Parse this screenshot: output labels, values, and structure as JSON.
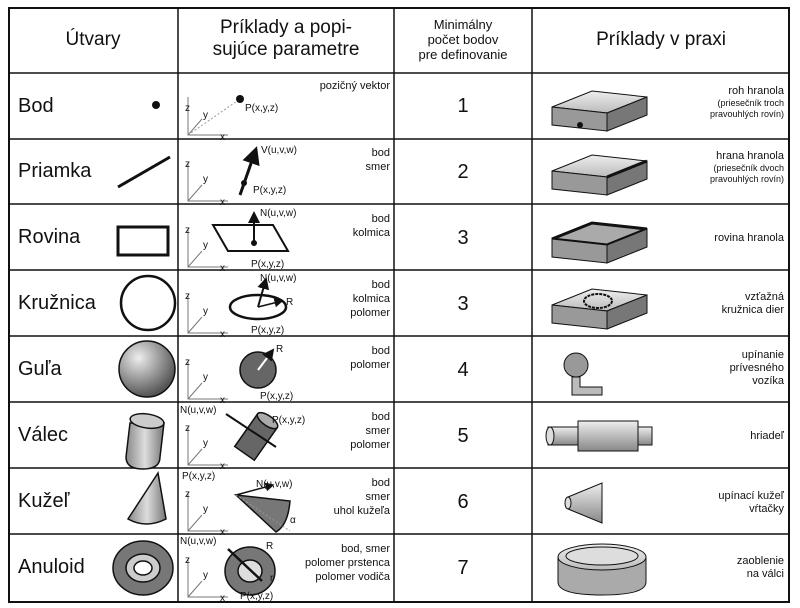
{
  "headers": {
    "shapes": "Útvary",
    "params_line1": "Príklady a popi-",
    "params_line2": "sujúce parametre",
    "min_line1": "Minimálny",
    "min_line2": "počet bodov",
    "min_line3": "pre definovanie",
    "practice": "Príklady v praxi"
  },
  "axes": {
    "x": "x",
    "y": "y",
    "z": "z"
  },
  "rows": [
    {
      "name": "Bod",
      "points": "1",
      "params": [
        "pozičný vektor"
      ],
      "labels": [
        "P(x,y,z)"
      ],
      "practice": [
        "roh hranola"
      ],
      "practice_small": [
        "(priesečník troch",
        "pravouhlých rovín)"
      ]
    },
    {
      "name": "Priamka",
      "points": "2",
      "params": [
        "bod",
        "smer"
      ],
      "labels": [
        "V(u,v,w)",
        "P(x,y,z)"
      ],
      "practice": [
        "hrana hranola"
      ],
      "practice_small": [
        "(priesečník dvoch",
        "pravouhlých rovín)"
      ]
    },
    {
      "name": "Rovina",
      "points": "3",
      "params": [
        "bod",
        "kolmica"
      ],
      "labels": [
        "N(u,v,w)",
        "P(x,y,z)"
      ],
      "practice": [
        "rovina hranola"
      ],
      "practice_small": []
    },
    {
      "name": "Kružnica",
      "points": "3",
      "params": [
        "bod",
        "kolmica",
        "polomer"
      ],
      "labels": [
        "N(u,v,w)",
        "R",
        "P(x,y,z)"
      ],
      "practice": [
        "vzťažná",
        "kružnica dier"
      ],
      "practice_small": []
    },
    {
      "name": "Guľa",
      "points": "4",
      "params": [
        "bod",
        "polomer"
      ],
      "labels": [
        "R",
        "P(x,y,z)"
      ],
      "practice": [
        "upínanie",
        "prívesného",
        "vozíka"
      ],
      "practice_small": []
    },
    {
      "name": "Válec",
      "points": "5",
      "params": [
        "bod",
        "smer",
        "polomer"
      ],
      "labels": [
        "N(u,v,w)",
        "P(x,y,z)"
      ],
      "practice": [
        "hriadeľ"
      ],
      "practice_small": []
    },
    {
      "name": "Kužeľ",
      "points": "6",
      "params": [
        "bod",
        "smer",
        "uhol kužeľa"
      ],
      "labels": [
        "P(x,y,z)",
        "N(u,v,w)",
        "α"
      ],
      "practice": [
        "upínací kužeľ",
        "vŕtačky"
      ],
      "practice_small": []
    },
    {
      "name": "Anuloid",
      "points": "7",
      "params": [
        "bod, smer",
        "polomer prstenca",
        "polomer vodiča"
      ],
      "labels": [
        "N(u,v,w)",
        "R",
        "r",
        "P(x,y,z)"
      ],
      "practice": [
        "zaoblenie",
        "na válci"
      ],
      "practice_small": []
    }
  ]
}
